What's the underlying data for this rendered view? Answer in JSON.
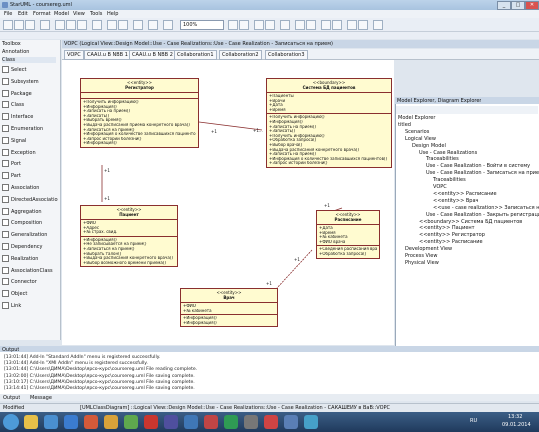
{
  "app": {
    "title": "StarUML - coursereg.uml",
    "win_min": "_",
    "win_max": "□",
    "win_close": "✕"
  },
  "menu": [
    "File",
    "Edit",
    "Format",
    "Model",
    "View",
    "Tools",
    "Help"
  ],
  "toolbar": {
    "zoom": "100%"
  },
  "toolbox": {
    "header": "Toolbox",
    "section": "Annotation",
    "category": "Class",
    "items": [
      "Select",
      "Subsystem",
      "Package",
      "Class",
      "Interface",
      "Enumeration",
      "Signal",
      "Exception",
      "Port",
      "Part",
      "Association",
      "DirectedAssociation",
      "Aggregation",
      "Composition",
      "Generalization",
      "Dependency",
      "Realization",
      "AssociationClass",
      "Connector",
      "Object",
      "Link"
    ]
  },
  "document": {
    "title": "VOPC (Logical View::Design Model::Use - Case Realizations::Use - Case Realization - Записаться на прием)",
    "tabs": [
      "VOPC",
      "CAAU.u B NBB 1",
      "CAAU.u B NBB 2",
      "Collaboration1",
      "Collaboration2",
      "Collaboration3"
    ]
  },
  "diagram": {
    "classes": [
      {
        "id": "reg",
        "stereotype": "<<entity>>",
        "name": "Регистратор",
        "attrs": [],
        "ops": [
          "+Получить информацию()",
          "+Информация()",
          "+Записать на прием()",
          "+Записать()",
          "+Выбрать время()",
          "+Выдача расписания приема конкретного врача()",
          "+Записаться на прием()",
          "+Информация о количестве записавшихся пациентов()",
          "+Запрос истории болезни()",
          "+Информация()"
        ]
      },
      {
        "id": "sys",
        "stereotype": "<<boundary>>",
        "name": "Система БД пациентов",
        "attrs": [
          "+Пациенты",
          "+Врачи",
          "+Дата",
          "+Время"
        ],
        "ops": [
          "+Получить информацию()",
          "+Информация()",
          "+Записать на прием()",
          "+Записать()",
          "+Получить информацию()",
          "+Обработка запроса()",
          "+Выбор врача()",
          "+Выдача расписания конкретного врача()",
          "+Записать на прием()",
          "+Информация о количестве записавшихся пациентов()",
          "+Запрос истории болезни()"
        ]
      },
      {
        "id": "pat",
        "stereotype": "<<entity>>",
        "name": "Пациент",
        "attrs": [
          "+ФИО",
          "+Адрес",
          "+№ страх. свид."
        ],
        "ops": [
          "+Информация()",
          "+Не записывается на прием()",
          "+Записаться на прием()",
          "+Выбрать талон()",
          "+Выдача расписания конкретного врача()",
          "+Выбор возможного времени приема()"
        ]
      },
      {
        "id": "sch",
        "stereotype": "<<entity>>",
        "name": "Расписание",
        "attrs": [
          "+Дата",
          "+Время",
          "+№ кабинета",
          "+ФИО врача"
        ],
        "ops": [
          "+Сведения расписания врача()",
          "+Обработка запроса()"
        ]
      },
      {
        "id": "doc",
        "stereotype": "<<entity>>",
        "name": "Врач",
        "attrs": [
          "+ФИО",
          "+№ кабинета"
        ],
        "ops": [
          "+Информация()",
          "+Информация()"
        ]
      }
    ],
    "multiplicities": {
      "a1": "+1",
      "a2": "+1...",
      "a3": "+1",
      "a4": "+1",
      "a5": "+1",
      "a6": "+1",
      "a7": "+1"
    }
  },
  "explorer": {
    "title": "Model Explorer, Diagram Explorer",
    "items": [
      {
        "label": "Model Explorer",
        "depth": 0
      },
      {
        "label": "titled",
        "depth": 0
      },
      {
        "label": "Scenarios",
        "depth": 1
      },
      {
        "label": "Logical View",
        "depth": 1
      },
      {
        "label": "Design Model",
        "depth": 2
      },
      {
        "label": "Use - Case Realizations",
        "depth": 3
      },
      {
        "label": "Traceabilities",
        "depth": 4
      },
      {
        "label": "Use - Case Realization - Войти в систему",
        "depth": 4
      },
      {
        "label": "Use - Case Realization - Записаться на прием",
        "depth": 4
      },
      {
        "label": "Traceabilities",
        "depth": 5
      },
      {
        "label": "VOPC",
        "depth": 5
      },
      {
        "label": "<<entity>> Расписание",
        "depth": 5
      },
      {
        "label": "<<entity>> Врач",
        "depth": 5
      },
      {
        "label": "<<use - case realization>> Записаться на прием",
        "depth": 5
      },
      {
        "label": "Use - Case Realization - Закрыть регистрацию",
        "depth": 4
      },
      {
        "label": "<<boundary>> Система БД пациентов",
        "depth": 3
      },
      {
        "label": "<<entity>> Пациент",
        "depth": 3
      },
      {
        "label": "<<entity>> Регистратор",
        "depth": 3
      },
      {
        "label": "<<entity>> Расписание",
        "depth": 3
      },
      {
        "label": "Development View",
        "depth": 1
      },
      {
        "label": "Process View",
        "depth": 1
      },
      {
        "label": "Physical View",
        "depth": 1
      }
    ]
  },
  "output": {
    "header": "Output",
    "lines": [
      "[13:01:44] Add-In \"Standard AddIn\" menu is registered successfully.",
      "[13:01:44] Add-In \"XMI AddIn\" menu is registered successfully.",
      "[13:01:44] C:\\Users\\ДИМА\\Desktop\\ярсо-курс\\coursereg.uml File reading complete.",
      "[13:02:00] C:\\Users\\ДИМА\\Desktop\\ярсо-курс\\coursereg.uml File saving complete.",
      "[13:10:17] C:\\Users\\ДИМА\\Desktop\\ярсо-курс\\coursereg.uml File saving complete.",
      "[13:14:41] C:\\Users\\ДИМА\\Desktop\\ярсо-курс\\coursereg.uml File saving complete."
    ],
    "tabs": [
      "Output",
      "Message"
    ]
  },
  "status": {
    "state": "Modified",
    "path": "[UMLClassDiagram] ::Logical View::Design Model::Use - Case Realizations::Use - Case Realization - САКАШЕЙУ в ВаВ::VOPC"
  },
  "taskbar": {
    "lang": "RU",
    "time": "13:32",
    "date": "09.01.2014"
  }
}
